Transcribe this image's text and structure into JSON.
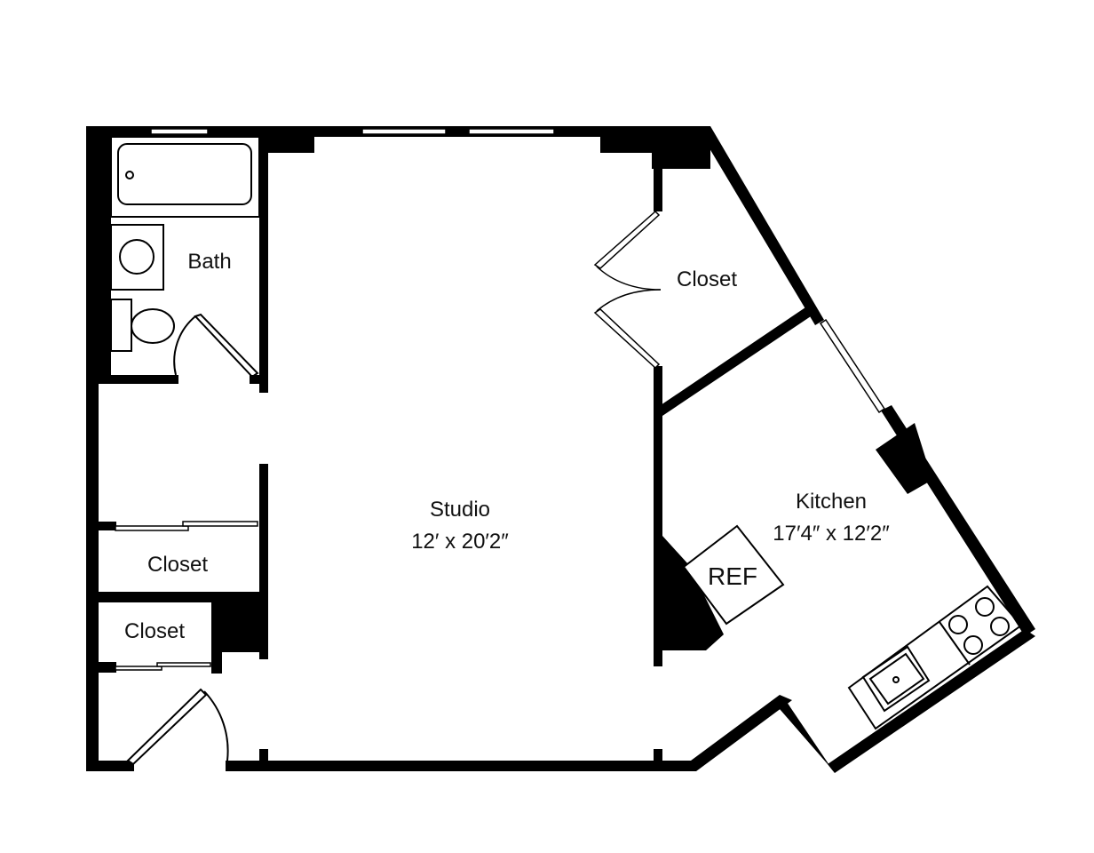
{
  "rooms": {
    "bath": {
      "label": "Bath"
    },
    "closet_top": {
      "label": "Closet"
    },
    "studio": {
      "label": "Studio",
      "dimensions": "12′ x 20′2″"
    },
    "kitchen": {
      "label": "Kitchen",
      "dimensions": "17′4″ x 12′2″"
    },
    "closet_mid": {
      "label": "Closet"
    },
    "closet_low": {
      "label": "Closet"
    }
  },
  "fixtures": {
    "refrigerator": {
      "label": "REF"
    }
  },
  "colors": {
    "wall": "#000000",
    "background": "#ffffff"
  }
}
